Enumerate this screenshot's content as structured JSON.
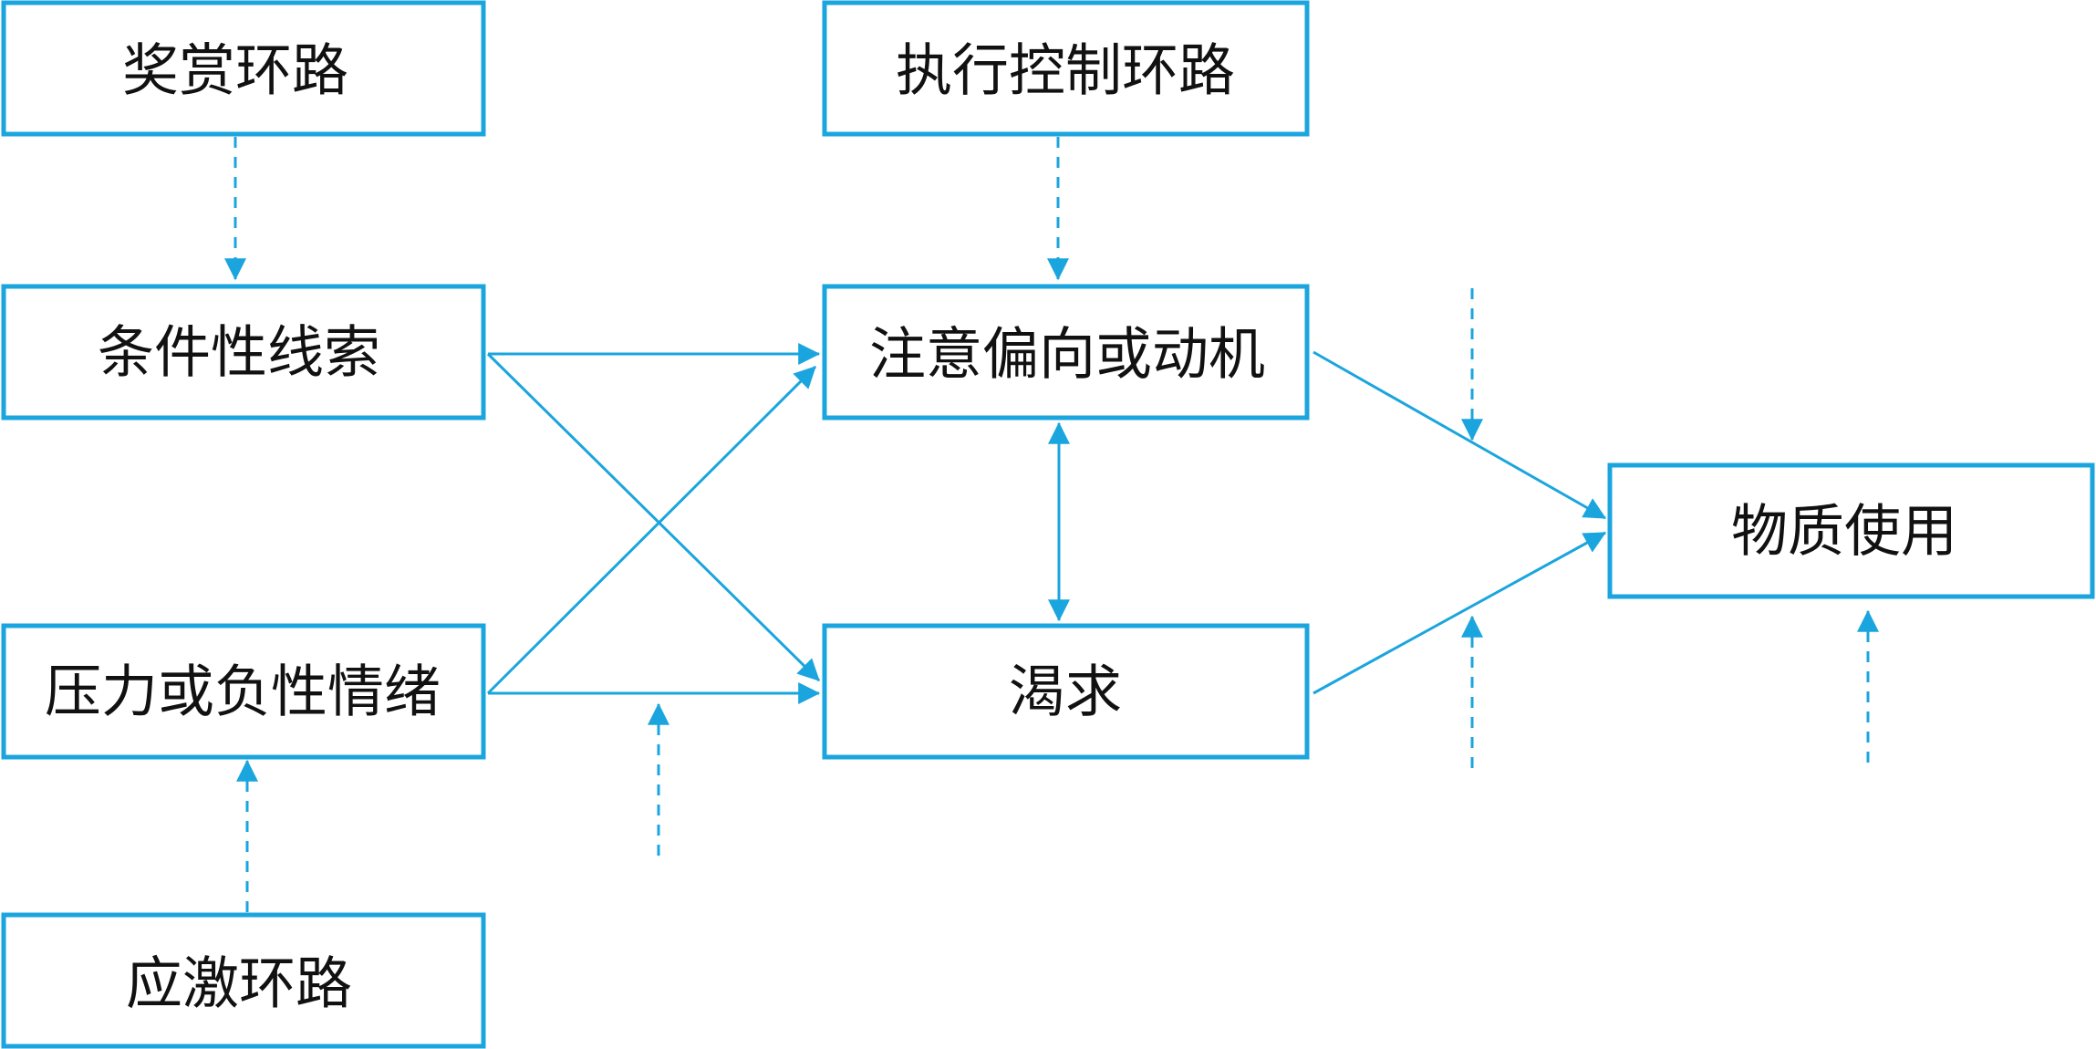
{
  "colors": {
    "accent": "#1ba5de",
    "text": "#111111",
    "background": "#ffffff"
  },
  "nodes": {
    "reward_loop": "奖赏环路",
    "executive_loop": "执行控制环路",
    "conditioned_cue": "条件性线索",
    "attention_bias": "注意偏向或动机",
    "substance_use": "物质使用",
    "stress_negative_emotion": "压力或负性情绪",
    "craving": "渴求",
    "stress_loop": "应激环路"
  }
}
